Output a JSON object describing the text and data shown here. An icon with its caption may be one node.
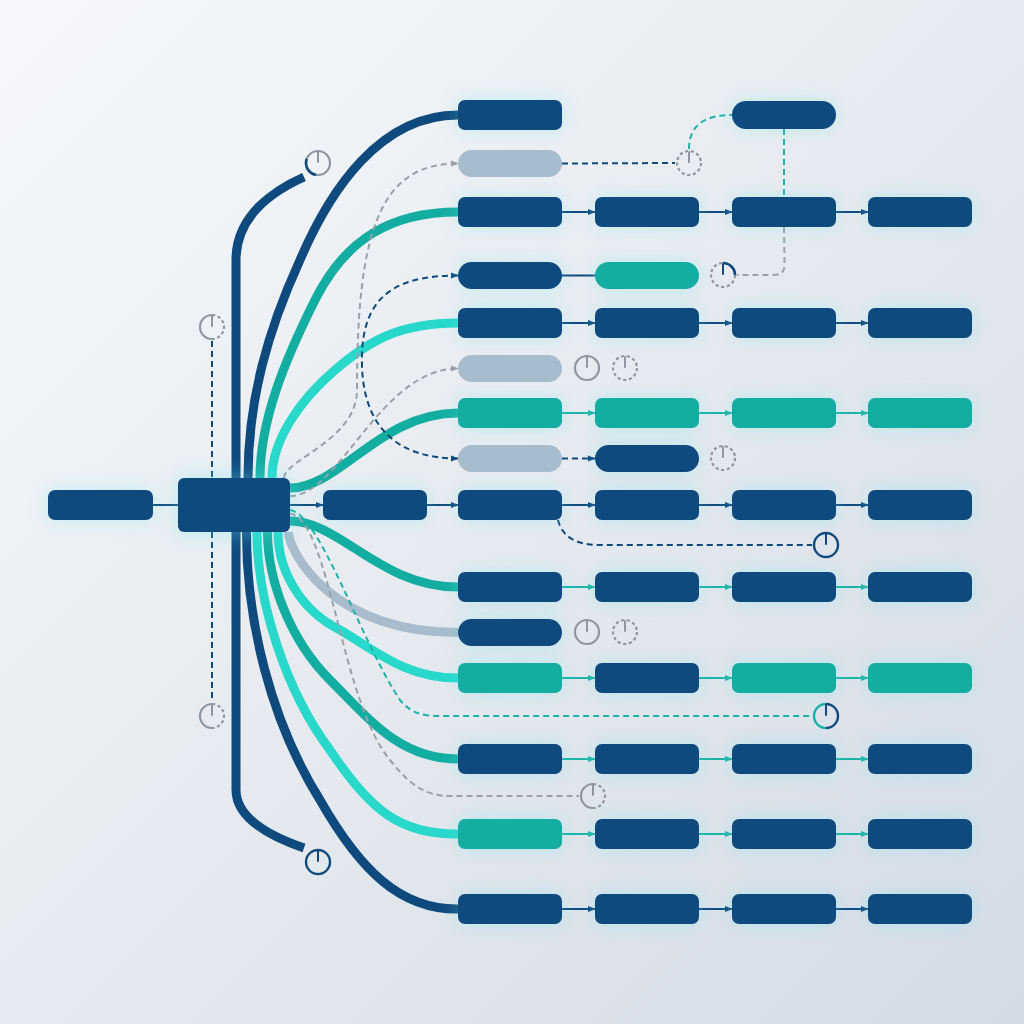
{
  "diagram": {
    "nodes": [
      {
        "text": [],
        "shape": "box"
      },
      {
        "text": [],
        "shape": "box"
      },
      {
        "text": [],
        "shape": "circle"
      },
      {
        "text": [],
        "shape": "box"
      },
      {
        "text": [],
        "shape": "circle"
      },
      {
        "text": [],
        "shape": "box"
      },
      {
        "text": [],
        "shape": "box"
      },
      {
        "text": [],
        "shape": "box"
      },
      {
        "text": [],
        "shape": "box"
      },
      {
        "text": [],
        "shape": "box"
      },
      {
        "text": [],
        "shape": "box"
      },
      {
        "text": [],
        "shape": "circle"
      },
      {
        "text": [],
        "shape": "box"
      },
      {
        "text": [],
        "shape": "box"
      },
      {
        "text": [],
        "shape": "box"
      },
      {
        "text": [],
        "shape": "box"
      },
      {
        "text": [],
        "shape": "circle"
      },
      {
        "text": [],
        "shape": "box"
      },
      {
        "text": [],
        "shape": "circle"
      },
      {
        "text": [],
        "shape": "circle"
      },
      {
        "text": [],
        "shape": "box"
      },
      {
        "text": [],
        "shape": "box"
      },
      {
        "text": [],
        "shape": "box"
      },
      {
        "text": [],
        "shape": "box"
      },
      {
        "text": [],
        "shape": "box"
      },
      {
        "text": [],
        "shape": "box"
      },
      {
        "text": [],
        "shape": "circle"
      },
      {
        "text": [],
        "shape": "box"
      },
      {
        "text": [],
        "shape": "box"
      },
      {
        "text": [],
        "shape": "box"
      },
      {
        "text": [],
        "shape": "box"
      },
      {
        "text": [],
        "shape": "box"
      },
      {
        "text": [],
        "shape": "box"
      },
      {
        "text": [],
        "shape": "box"
      },
      {
        "text": [],
        "shape": "circle"
      },
      {
        "text": [],
        "shape": "box"
      },
      {
        "text": [],
        "shape": "box"
      },
      {
        "text": [],
        "shape": "box"
      },
      {
        "text": [],
        "shape": "box"
      },
      {
        "text": [],
        "shape": "box"
      },
      {
        "text": [],
        "shape": "circle"
      },
      {
        "text": [],
        "shape": "circle"
      },
      {
        "text": [],
        "shape": "box"
      },
      {
        "text": [],
        "shape": "box"
      },
      {
        "text": [],
        "shape": "box"
      },
      {
        "text": [],
        "shape": "box"
      },
      {
        "text": [],
        "shape": "circle"
      },
      {
        "text": [],
        "shape": "circle"
      },
      {
        "text": [],
        "shape": "box"
      },
      {
        "text": [],
        "shape": "box"
      },
      {
        "text": [],
        "shape": "box"
      },
      {
        "text": [],
        "shape": "box"
      },
      {
        "text": [],
        "shape": "circle"
      },
      {
        "text": [],
        "shape": "box"
      },
      {
        "text": [],
        "shape": "box"
      },
      {
        "text": [],
        "shape": "box"
      },
      {
        "text": [],
        "shape": "box"
      },
      {
        "text": [],
        "shape": "circle"
      },
      {
        "text": [],
        "shape": "box"
      },
      {
        "text": [],
        "shape": "box"
      },
      {
        "text": [],
        "shape": "box"
      },
      {
        "text": [],
        "shape": "box"
      }
    ],
    "edges": [
      {
        "from": 28,
        "to": 0,
        "arrow": "none",
        "style": "thick"
      },
      {
        "from": 28,
        "to": 2,
        "arrow": "none",
        "style": "thick"
      },
      {
        "from": 3,
        "to": 4,
        "arrow": "none",
        "style": "dashed"
      },
      {
        "from": 4,
        "to": 1,
        "arrow": "none",
        "style": "dashed",
        "color": "#1db3a7"
      },
      {
        "from": 28,
        "to": 3,
        "arrow": "to",
        "style": "dashed",
        "color": "#9aa0a7"
      },
      {
        "from": 28,
        "to": 5,
        "arrow": "none",
        "style": "thick",
        "color": "#14ada2"
      },
      {
        "from": 1,
        "to": 7,
        "arrow": "none",
        "style": "dashed",
        "color": "#1db3a7"
      },
      {
        "from": 5,
        "to": 6,
        "arrow": "to"
      },
      {
        "from": 6,
        "to": 7,
        "arrow": "to"
      },
      {
        "from": 7,
        "to": 8,
        "arrow": "to"
      },
      {
        "from": 7,
        "to": 11,
        "arrow": "none",
        "style": "dashed",
        "color": "#9aa0a7"
      },
      {
        "from": 9,
        "to": 10,
        "arrow": "none"
      },
      {
        "from": 9,
        "to": 24,
        "arrow": "both",
        "style": "dashed"
      },
      {
        "from": 28,
        "to": 12,
        "arrow": "none",
        "style": "thick",
        "color": "#27d8cb"
      },
      {
        "from": 12,
        "to": 13,
        "arrow": "to"
      },
      {
        "from": 13,
        "to": 14,
        "arrow": "to"
      },
      {
        "from": 14,
        "to": 15,
        "arrow": "to"
      },
      {
        "from": 16,
        "to": 28,
        "arrow": "none",
        "style": "dashed"
      },
      {
        "from": 28,
        "to": 17,
        "arrow": "to",
        "style": "dashed",
        "color": "#9aa0a7"
      },
      {
        "from": 28,
        "to": 20,
        "arrow": "none",
        "style": "thick",
        "color": "#14ada2"
      },
      {
        "from": 20,
        "to": 21,
        "arrow": "to",
        "color": "#1db3a7"
      },
      {
        "from": 21,
        "to": 22,
        "arrow": "to",
        "color": "#1db3a7"
      },
      {
        "from": 22,
        "to": 23,
        "arrow": "to",
        "color": "#1db3a7"
      },
      {
        "from": 24,
        "to": 25,
        "arrow": "to",
        "style": "dashed"
      },
      {
        "from": 27,
        "to": 28,
        "arrow": "none"
      },
      {
        "from": 28,
        "to": 29,
        "arrow": "to"
      },
      {
        "from": 29,
        "to": 30,
        "arrow": "to"
      },
      {
        "from": 30,
        "to": 31,
        "arrow": "to"
      },
      {
        "from": 31,
        "to": 32,
        "arrow": "to"
      },
      {
        "from": 32,
        "to": 33,
        "arrow": "to"
      },
      {
        "from": 30,
        "to": 34,
        "arrow": "none",
        "style": "dashed"
      },
      {
        "from": 28,
        "to": 35,
        "arrow": "none",
        "style": "thick",
        "color": "#14ada2"
      },
      {
        "from": 35,
        "to": 36,
        "arrow": "to",
        "color": "#1db3a7"
      },
      {
        "from": 36,
        "to": 37,
        "arrow": "to",
        "color": "#1db3a7"
      },
      {
        "from": 37,
        "to": 38,
        "arrow": "to",
        "color": "#1db3a7"
      },
      {
        "from": 28,
        "to": 39,
        "arrow": "none",
        "style": "thick",
        "color": "#a8bccd"
      },
      {
        "from": 28,
        "to": 42,
        "arrow": "none",
        "style": "thick",
        "color": "#27d8cb"
      },
      {
        "from": 42,
        "to": 43,
        "arrow": "to",
        "color": "#1db3a7"
      },
      {
        "from": 43,
        "to": 44,
        "arrow": "to",
        "color": "#1db3a7"
      },
      {
        "from": 44,
        "to": 45,
        "arrow": "to",
        "color": "#1db3a7"
      },
      {
        "from": 28,
        "to": 46,
        "arrow": "none",
        "style": "dashed"
      },
      {
        "from": 28,
        "to": 47,
        "arrow": "none",
        "style": "dashed",
        "color": "#1db3a7"
      },
      {
        "from": 28,
        "to": 48,
        "arrow": "none",
        "style": "thick",
        "color": "#14ada2"
      },
      {
        "from": 48,
        "to": 49,
        "arrow": "to",
        "color": "#1db3a7"
      },
      {
        "from": 49,
        "to": 50,
        "arrow": "to",
        "color": "#1db3a7"
      },
      {
        "from": 50,
        "to": 51,
        "arrow": "to",
        "color": "#1db3a7"
      },
      {
        "from": 28,
        "to": 52,
        "arrow": "none",
        "style": "dashed",
        "color": "#9aa0a7"
      },
      {
        "from": 28,
        "to": 53,
        "arrow": "none",
        "style": "thick",
        "color": "#27d8cb"
      },
      {
        "from": 53,
        "to": 54,
        "arrow": "to",
        "color": "#1db3a7"
      },
      {
        "from": 54,
        "to": 55,
        "arrow": "to",
        "color": "#1db3a7"
      },
      {
        "from": 55,
        "to": 56,
        "arrow": "to",
        "color": "#1db3a7"
      },
      {
        "from": 28,
        "to": 57,
        "arrow": "none",
        "style": "thick"
      },
      {
        "from": 28,
        "to": 58,
        "arrow": "none",
        "style": "thick"
      },
      {
        "from": 58,
        "to": 59,
        "arrow": "to"
      },
      {
        "from": 59,
        "to": 60,
        "arrow": "to"
      },
      {
        "from": 60,
        "to": 61,
        "arrow": "to"
      }
    ]
  }
}
